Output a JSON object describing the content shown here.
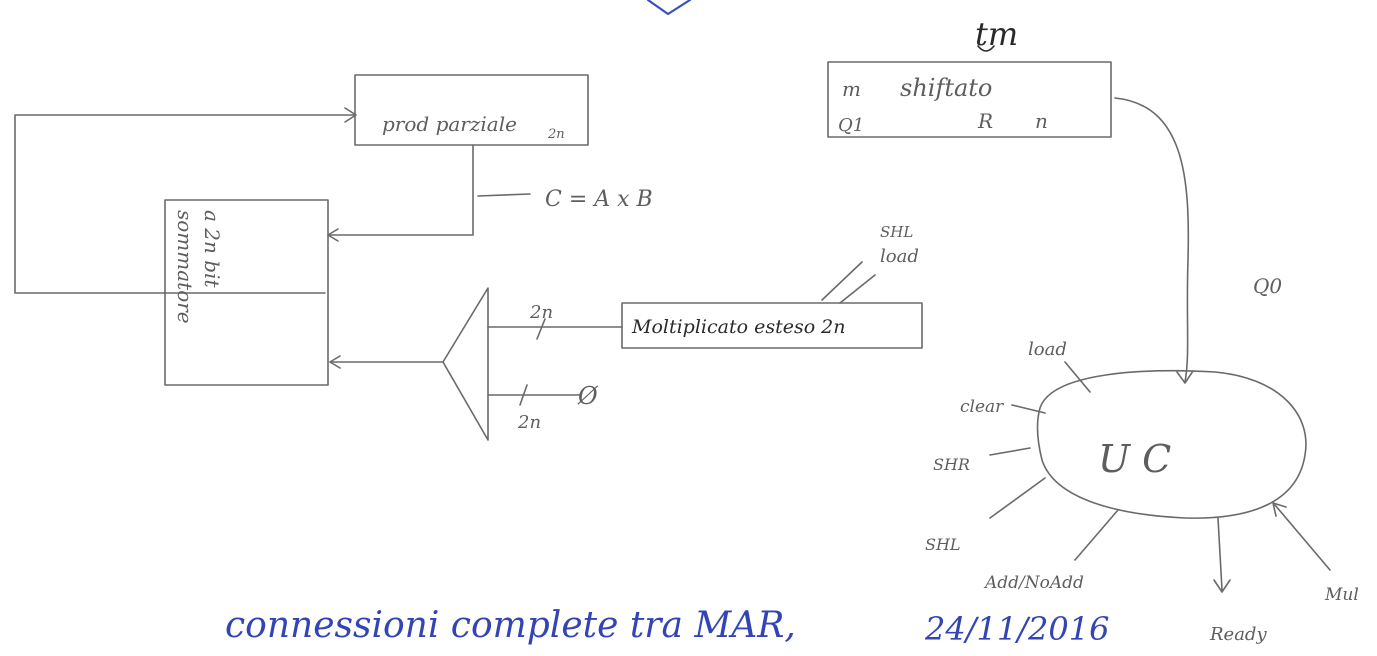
{
  "top_label": "tm",
  "prod_box": {
    "label": "prod parziale",
    "subscript": "2n"
  },
  "formula": "C = A x B",
  "adder": {
    "line1": "sommatore",
    "line2": "a 2n bit"
  },
  "mult_box": {
    "label": "Moltiplicato esteso 2n"
  },
  "mux_inputs": {
    "top_width": "2n",
    "bottom_width": "2n",
    "bottom_value": "Ø"
  },
  "ctrl_labels": {
    "shl": "SHL",
    "load": "load"
  },
  "shift_reg": {
    "top_left": "m",
    "top_right": "shiftato",
    "bottom_left": "Q1",
    "bottom_mid": "R",
    "bottom_right": "n"
  },
  "signal_q0": "Q0",
  "uc": {
    "label": "U C",
    "in_load": "load",
    "clear": "clear",
    "shr": "SHR",
    "shl": "SHL",
    "add": "Add/NoAdd",
    "ready": "Ready",
    "mul": "Mul"
  },
  "footer": {
    "note": "connessioni complete tra MAR,",
    "date": "24/11/2016"
  },
  "colors": {
    "pencil": "#6a6a6a",
    "pen_blue": "#3a4fb8",
    "ink_dark": "#2f2f2f"
  }
}
